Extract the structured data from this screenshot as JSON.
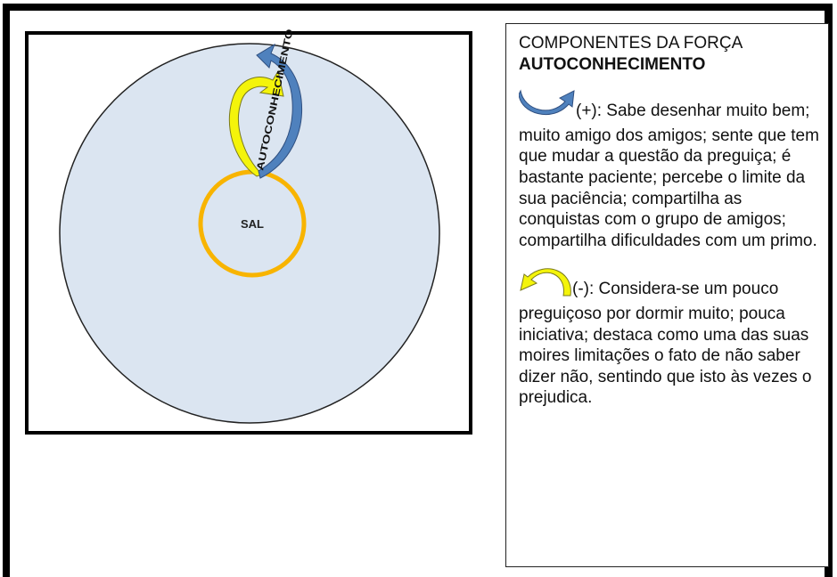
{
  "diagram": {
    "center_label": "SAL",
    "arrow_label": "AUTOCONHECIMENTO",
    "colors": {
      "field_fill": "#dbe5f1",
      "border": "#000000",
      "center_ring": "#f8b400",
      "positive_arrow": "#4f81bd",
      "negative_arrow": "#f4f40a"
    }
  },
  "legend": {
    "title_line1": "COMPONENTES DA FORÇA",
    "title_line2": "AUTOCONHECIMENTO",
    "positive": {
      "icon": "blue-curved-up-arrow-icon",
      "text": "(+): Sabe desenhar muito bem; muito amigo dos amigos; sente que tem que mudar a questão da preguiça; é bastante paciente; percebe o limite da sua paciência; compartilha as conquistas com o grupo de amigos; compartilha dificuldades com um primo."
    },
    "negative": {
      "icon": "yellow-curved-down-arrow-icon",
      "text": "(-): Considera-se um pouco preguiçoso por dormir muito; pouca iniciativa; destaca como uma das suas moires limitações o fato de não saber dizer não, sentindo que isto às vezes o prejudica."
    }
  }
}
